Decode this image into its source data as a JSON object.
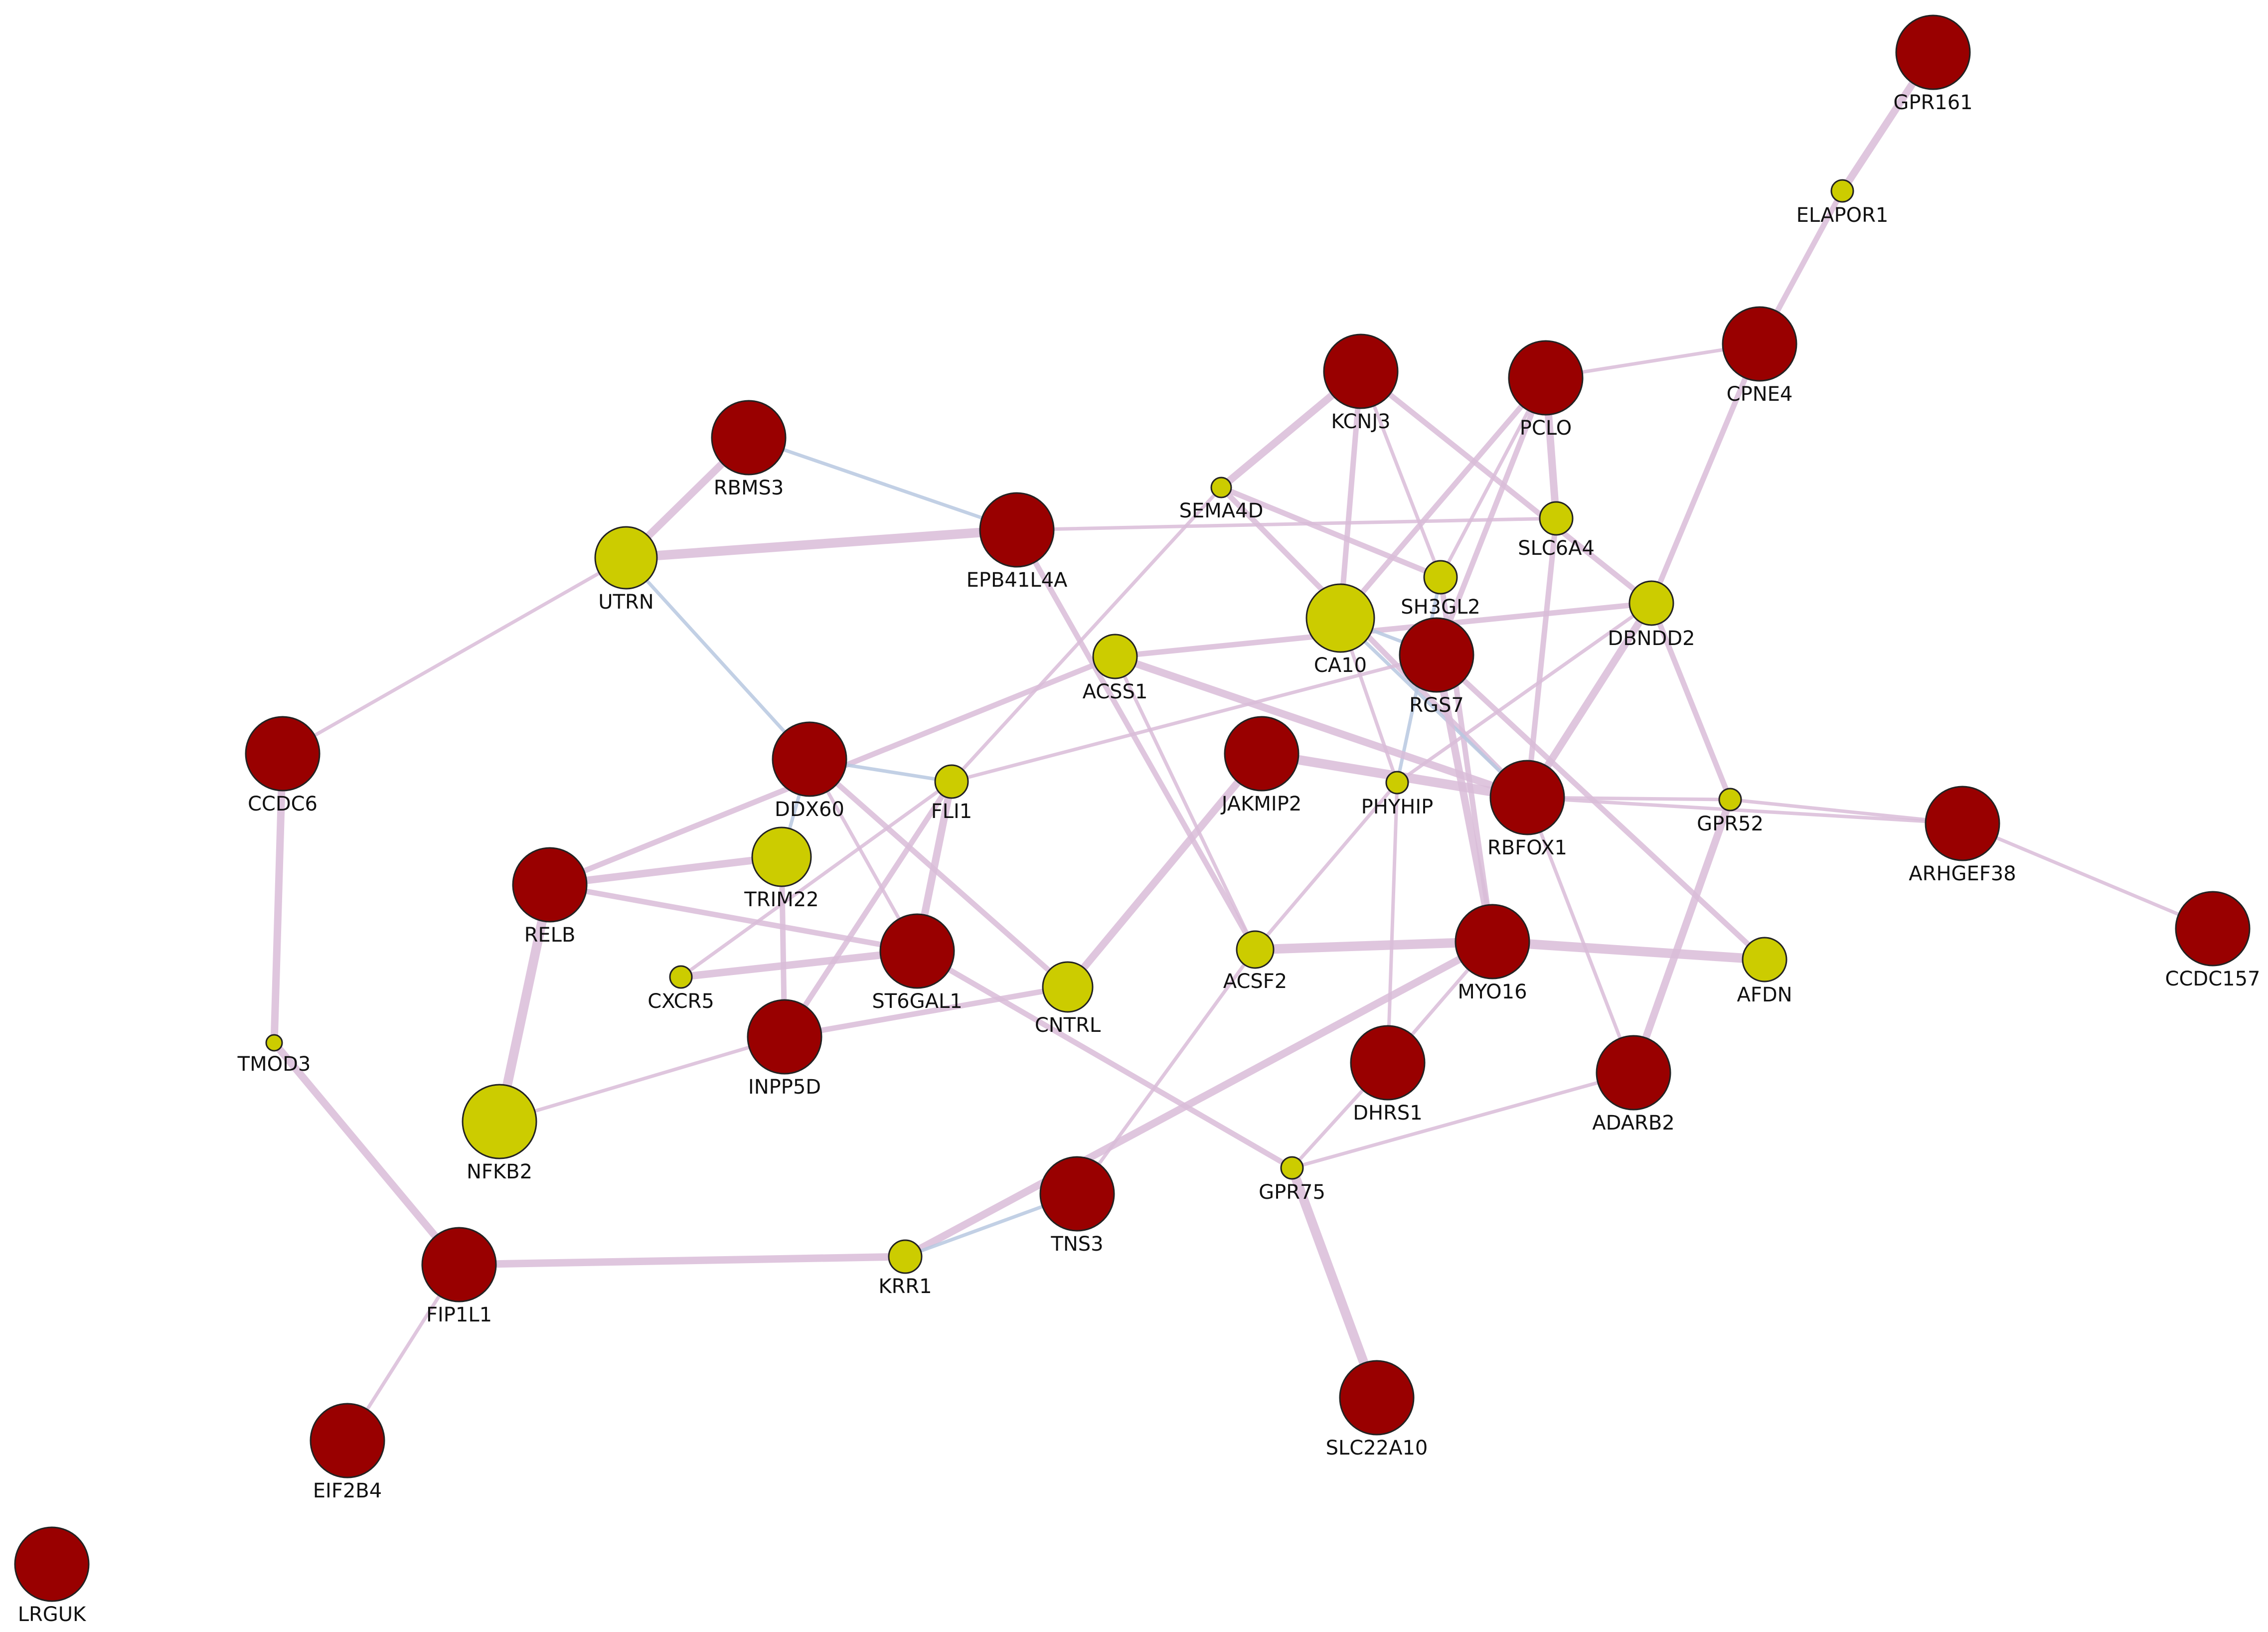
{
  "colors": {
    "primary": "#990000",
    "secondary": "#cccc00",
    "edge_physical": "#d9bcd8",
    "edge_other": "#b7c8e0",
    "outline": "#222222"
  },
  "nodes": [
    {
      "id": "GPR161",
      "label": "GPR161",
      "group": "primary"
    },
    {
      "id": "ELAPOR1",
      "label": "ELAPOR1",
      "group": "secondary"
    },
    {
      "id": "CPNE4",
      "label": "CPNE4",
      "group": "primary"
    },
    {
      "id": "KCNJ3",
      "label": "KCNJ3",
      "group": "primary"
    },
    {
      "id": "PCLO",
      "label": "PCLO",
      "group": "primary"
    },
    {
      "id": "RBMS3",
      "label": "RBMS3",
      "group": "primary"
    },
    {
      "id": "SEMA4D",
      "label": "SEMA4D",
      "group": "secondary"
    },
    {
      "id": "SLC6A4",
      "label": "SLC6A4",
      "group": "secondary"
    },
    {
      "id": "EPB41L4A",
      "label": "EPB41L4A",
      "group": "primary"
    },
    {
      "id": "UTRN",
      "label": "UTRN",
      "group": "secondary"
    },
    {
      "id": "SH3GL2",
      "label": "SH3GL2",
      "group": "secondary"
    },
    {
      "id": "DBNDD2",
      "label": "DBNDD2",
      "group": "secondary"
    },
    {
      "id": "CA10",
      "label": "CA10",
      "group": "secondary"
    },
    {
      "id": "RGS7",
      "label": "RGS7",
      "group": "primary"
    },
    {
      "id": "ACSS1",
      "label": "ACSS1",
      "group": "secondary"
    },
    {
      "id": "CCDC6",
      "label": "CCDC6",
      "group": "primary"
    },
    {
      "id": "DDX60",
      "label": "DDX60",
      "group": "primary"
    },
    {
      "id": "FLI1",
      "label": "FLI1",
      "group": "secondary"
    },
    {
      "id": "JAKMIP2",
      "label": "JAKMIP2",
      "group": "primary"
    },
    {
      "id": "PHYHIP",
      "label": "PHYHIP",
      "group": "secondary"
    },
    {
      "id": "RBFOX1",
      "label": "RBFOX1",
      "group": "primary"
    },
    {
      "id": "GPR52",
      "label": "GPR52",
      "group": "secondary"
    },
    {
      "id": "ARHGEF38",
      "label": "ARHGEF38",
      "group": "primary"
    },
    {
      "id": "RELB",
      "label": "RELB",
      "group": "primary"
    },
    {
      "id": "TRIM22",
      "label": "TRIM22",
      "group": "secondary"
    },
    {
      "id": "CCDC157",
      "label": "CCDC157",
      "group": "primary"
    },
    {
      "id": "ST6GAL1",
      "label": "ST6GAL1",
      "group": "primary"
    },
    {
      "id": "ACSF2",
      "label": "ACSF2",
      "group": "secondary"
    },
    {
      "id": "MYO16",
      "label": "MYO16",
      "group": "primary"
    },
    {
      "id": "AFDN",
      "label": "AFDN",
      "group": "secondary"
    },
    {
      "id": "CXCR5",
      "label": "CXCR5",
      "group": "secondary"
    },
    {
      "id": "CNTRL",
      "label": "CNTRL",
      "group": "secondary"
    },
    {
      "id": "INPP5D",
      "label": "INPP5D",
      "group": "primary"
    },
    {
      "id": "TMOD3",
      "label": "TMOD3",
      "group": "secondary"
    },
    {
      "id": "DHRS1",
      "label": "DHRS1",
      "group": "primary"
    },
    {
      "id": "ADARB2",
      "label": "ADARB2",
      "group": "primary"
    },
    {
      "id": "NFKB2",
      "label": "NFKB2",
      "group": "secondary"
    },
    {
      "id": "GPR75",
      "label": "GPR75",
      "group": "secondary"
    },
    {
      "id": "TNS3",
      "label": "TNS3",
      "group": "primary"
    },
    {
      "id": "FIP1L1",
      "label": "FIP1L1",
      "group": "primary"
    },
    {
      "id": "KRR1",
      "label": "KRR1",
      "group": "secondary"
    },
    {
      "id": "SLC22A10",
      "label": "SLC22A10",
      "group": "primary"
    },
    {
      "id": "EIF2B4",
      "label": "EIF2B4",
      "group": "primary"
    },
    {
      "id": "LRGUK",
      "label": "LRGUK",
      "group": "primary"
    }
  ],
  "edges": [
    {
      "source": "GPR161",
      "target": "ELAPOR1",
      "weight": 3,
      "kind": "physical"
    },
    {
      "source": "ELAPOR1",
      "target": "CPNE4",
      "weight": 2,
      "kind": "physical"
    },
    {
      "source": "CPNE4",
      "target": "PCLO",
      "weight": 1,
      "kind": "physical"
    },
    {
      "source": "CPNE4",
      "target": "DBNDD2",
      "weight": 2,
      "kind": "physical"
    },
    {
      "source": "KCNJ3",
      "target": "SEMA4D",
      "weight": 3,
      "kind": "physical"
    },
    {
      "source": "KCNJ3",
      "target": "CA10",
      "weight": 2,
      "kind": "physical"
    },
    {
      "source": "KCNJ3",
      "target": "SH3GL2",
      "weight": 1,
      "kind": "physical"
    },
    {
      "source": "KCNJ3",
      "target": "DBNDD2",
      "weight": 2,
      "kind": "physical"
    },
    {
      "source": "PCLO",
      "target": "SLC6A4",
      "weight": 3,
      "kind": "physical"
    },
    {
      "source": "PCLO",
      "target": "CA10",
      "weight": 2,
      "kind": "physical"
    },
    {
      "source": "PCLO",
      "target": "RGS7",
      "weight": 2,
      "kind": "physical"
    },
    {
      "source": "PCLO",
      "target": "SH3GL2",
      "weight": 1,
      "kind": "physical"
    },
    {
      "source": "RBMS3",
      "target": "UTRN",
      "weight": 3,
      "kind": "physical"
    },
    {
      "source": "RBMS3",
      "target": "EPB41L4A",
      "weight": 1,
      "kind": "other"
    },
    {
      "source": "UTRN",
      "target": "EPB41L4A",
      "weight": 4,
      "kind": "physical"
    },
    {
      "source": "UTRN",
      "target": "DDX60",
      "weight": 1,
      "kind": "other"
    },
    {
      "source": "UTRN",
      "target": "CCDC6",
      "weight": 1,
      "kind": "physical"
    },
    {
      "source": "EPB41L4A",
      "target": "SLC6A4",
      "weight": 1,
      "kind": "physical"
    },
    {
      "source": "EPB41L4A",
      "target": "ACSF2",
      "weight": 2,
      "kind": "physical"
    },
    {
      "source": "SEMA4D",
      "target": "FLI1",
      "weight": 1,
      "kind": "physical"
    },
    {
      "source": "SEMA4D",
      "target": "SH3GL2",
      "weight": 2,
      "kind": "physical"
    },
    {
      "source": "SEMA4D",
      "target": "RBFOX1",
      "weight": 2,
      "kind": "physical"
    },
    {
      "source": "SLC6A4",
      "target": "RBFOX1",
      "weight": 2,
      "kind": "physical"
    },
    {
      "source": "SH3GL2",
      "target": "PHYHIP",
      "weight": 1,
      "kind": "other"
    },
    {
      "source": "SH3GL2",
      "target": "MYO16",
      "weight": 2,
      "kind": "physical"
    },
    {
      "source": "DBNDD2",
      "target": "ACSS1",
      "weight": 2,
      "kind": "physical"
    },
    {
      "source": "DBNDD2",
      "target": "RBFOX1",
      "weight": 3,
      "kind": "physical"
    },
    {
      "source": "DBNDD2",
      "target": "PHYHIP",
      "weight": 1,
      "kind": "physical"
    },
    {
      "source": "DBNDD2",
      "target": "GPR52",
      "weight": 2,
      "kind": "physical"
    },
    {
      "source": "CA10",
      "target": "RGS7",
      "weight": 1,
      "kind": "other"
    },
    {
      "source": "CA10",
      "target": "PHYHIP",
      "weight": 1,
      "kind": "physical"
    },
    {
      "source": "CA10",
      "target": "RBFOX1",
      "weight": 1,
      "kind": "other"
    },
    {
      "source": "RGS7",
      "target": "MYO16",
      "weight": 3,
      "kind": "physical"
    },
    {
      "source": "RGS7",
      "target": "AFDN",
      "weight": 2,
      "kind": "physical"
    },
    {
      "source": "RGS7",
      "target": "FLI1",
      "weight": 1,
      "kind": "physical"
    },
    {
      "source": "ACSS1",
      "target": "RELB",
      "weight": 2,
      "kind": "physical"
    },
    {
      "source": "ACSS1",
      "target": "RBFOX1",
      "weight": 3,
      "kind": "physical"
    },
    {
      "source": "ACSS1",
      "target": "ACSF2",
      "weight": 1,
      "kind": "physical"
    },
    {
      "source": "CCDC6",
      "target": "TMOD3",
      "weight": 3,
      "kind": "physical"
    },
    {
      "source": "DDX60",
      "target": "FLI1",
      "weight": 1,
      "kind": "other"
    },
    {
      "source": "DDX60",
      "target": "TRIM22",
      "weight": 1,
      "kind": "other"
    },
    {
      "source": "DDX60",
      "target": "ST6GAL1",
      "weight": 1,
      "kind": "physical"
    },
    {
      "source": "DDX60",
      "target": "CNTRL",
      "weight": 2,
      "kind": "physical"
    },
    {
      "source": "FLI1",
      "target": "ST6GAL1",
      "weight": 3,
      "kind": "physical"
    },
    {
      "source": "FLI1",
      "target": "INPP5D",
      "weight": 2,
      "kind": "physical"
    },
    {
      "source": "FLI1",
      "target": "CXCR5",
      "weight": 1,
      "kind": "physical"
    },
    {
      "source": "JAKMIP2",
      "target": "RBFOX1",
      "weight": 4,
      "kind": "physical"
    },
    {
      "source": "JAKMIP2",
      "target": "CNTRL",
      "weight": 3,
      "kind": "physical"
    },
    {
      "source": "PHYHIP",
      "target": "DHRS1",
      "weight": 1,
      "kind": "physical"
    },
    {
      "source": "PHYHIP",
      "target": "ACSF2",
      "weight": 1,
      "kind": "physical"
    },
    {
      "source": "RBFOX1",
      "target": "GPR52",
      "weight": 1,
      "kind": "physical"
    },
    {
      "source": "RBFOX1",
      "target": "ARHGEF38",
      "weight": 1,
      "kind": "physical"
    },
    {
      "source": "RBFOX1",
      "target": "ADARB2",
      "weight": 1,
      "kind": "physical"
    },
    {
      "source": "GPR52",
      "target": "ARHGEF38",
      "weight": 1,
      "kind": "physical"
    },
    {
      "source": "GPR52",
      "target": "ADARB2",
      "weight": 3,
      "kind": "physical"
    },
    {
      "source": "ARHGEF38",
      "target": "CCDC157",
      "weight": 1,
      "kind": "physical"
    },
    {
      "source": "RELB",
      "target": "TRIM22",
      "weight": 3,
      "kind": "physical"
    },
    {
      "source": "RELB",
      "target": "ST6GAL1",
      "weight": 2,
      "kind": "physical"
    },
    {
      "source": "RELB",
      "target": "NFKB2",
      "weight": 4,
      "kind": "physical"
    },
    {
      "source": "TRIM22",
      "target": "INPP5D",
      "weight": 2,
      "kind": "physical"
    },
    {
      "source": "ST6GAL1",
      "target": "CXCR5",
      "weight": 3,
      "kind": "physical"
    },
    {
      "source": "ST6GAL1",
      "target": "GPR75",
      "weight": 2,
      "kind": "physical"
    },
    {
      "source": "ACSF2",
      "target": "MYO16",
      "weight": 4,
      "kind": "physical"
    },
    {
      "source": "ACSF2",
      "target": "TNS3",
      "weight": 1,
      "kind": "physical"
    },
    {
      "source": "MYO16",
      "target": "AFDN",
      "weight": 4,
      "kind": "physical"
    },
    {
      "source": "MYO16",
      "target": "KRR1",
      "weight": 3,
      "kind": "physical"
    },
    {
      "source": "MYO16",
      "target": "DHRS1",
      "weight": 1,
      "kind": "physical"
    },
    {
      "source": "CNTRL",
      "target": "INPP5D",
      "weight": 2,
      "kind": "physical"
    },
    {
      "source": "INPP5D",
      "target": "NFKB2",
      "weight": 1,
      "kind": "physical"
    },
    {
      "source": "TMOD3",
      "target": "FIP1L1",
      "weight": 3,
      "kind": "physical"
    },
    {
      "source": "DHRS1",
      "target": "GPR75",
      "weight": 1,
      "kind": "physical"
    },
    {
      "source": "ADARB2",
      "target": "GPR75",
      "weight": 1,
      "kind": "physical"
    },
    {
      "source": "GPR75",
      "target": "SLC22A10",
      "weight": 4,
      "kind": "physical"
    },
    {
      "source": "TNS3",
      "target": "KRR1",
      "weight": 1,
      "kind": "other"
    },
    {
      "source": "FIP1L1",
      "target": "KRR1",
      "weight": 3,
      "kind": "physical"
    },
    {
      "source": "FIP1L1",
      "target": "EIF2B4",
      "weight": 1,
      "kind": "physical"
    }
  ]
}
